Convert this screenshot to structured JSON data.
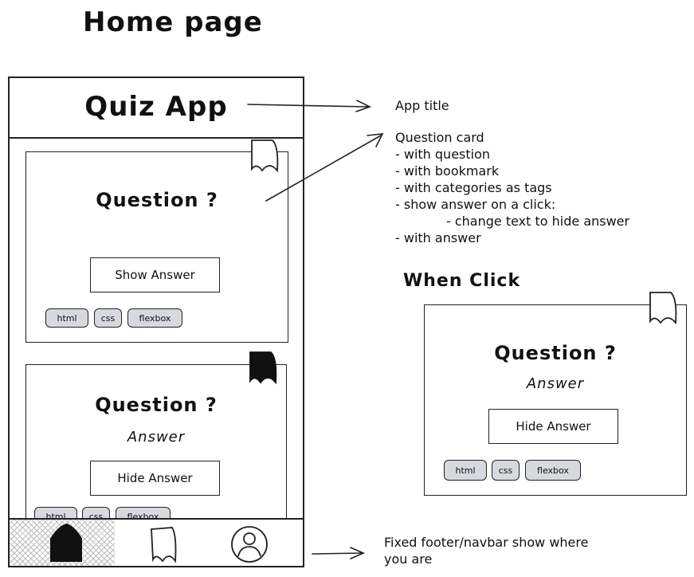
{
  "title": "Home page",
  "app": {
    "title": "Quiz App",
    "cards": [
      {
        "question": "Question ?",
        "button": "Show Answer",
        "tags": [
          "html",
          "css",
          "flexbox"
        ]
      },
      {
        "question": "Question ?",
        "answer": "Answer",
        "button": "Hide Answer",
        "tags": [
          "html",
          "css",
          "flexbox"
        ]
      }
    ],
    "footer": {
      "items": [
        "home-icon",
        "bookmark-icon",
        "profile-icon"
      ]
    }
  },
  "annotations": {
    "app_title": "App title",
    "question_card": {
      "heading": "Question card",
      "lines": [
        "- with question",
        "- with bookmark",
        "- with categories as tags",
        "- show answer on a click:",
        "- change text to hide answer",
        "- with answer"
      ]
    },
    "footer": [
      "Fixed footer/navbar show where",
      "you are"
    ]
  },
  "when_click": {
    "title": "When Click",
    "question": "Question ?",
    "answer": "Answer",
    "button": "Hide Answer",
    "tags": [
      "html",
      "css",
      "flexbox"
    ]
  }
}
